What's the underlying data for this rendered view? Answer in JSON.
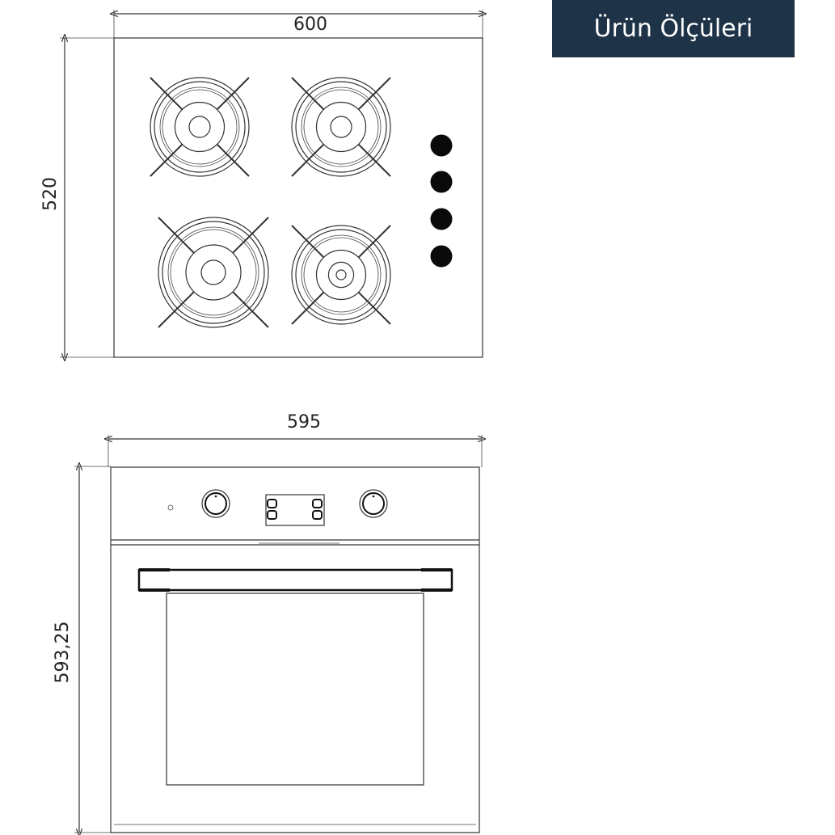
{
  "title": "Ürün Ölçüleri",
  "hob": {
    "width_label": "600",
    "depth_label": "520",
    "burner_count": 4,
    "knob_count": 4
  },
  "oven": {
    "width_label": "595",
    "height_label": "593,25",
    "knob_count": 2
  },
  "colors": {
    "badge_bg": "#1e3347",
    "badge_text": "#ffffff",
    "line": "#333333"
  }
}
